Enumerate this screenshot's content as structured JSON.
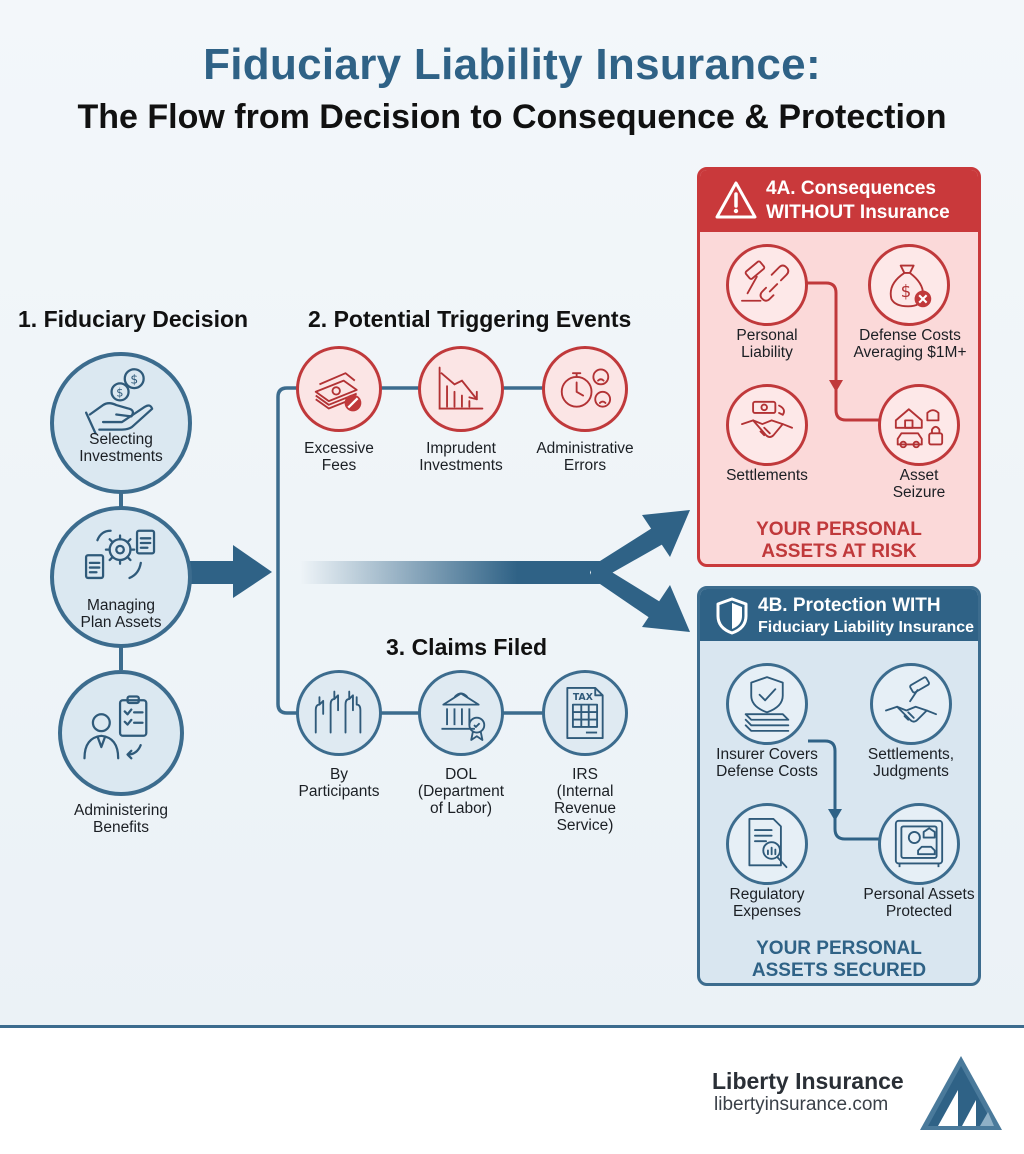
{
  "title": "Fiduciary Liability Insurance:",
  "subtitle": "The Flow from Decision to Consequence & Protection",
  "section1": {
    "heading": "1. Fiduciary Decision",
    "items": [
      {
        "label": "Selecting\nInvestments",
        "icon": "hand-coins-icon"
      },
      {
        "label": "Managing\nPlan Assets",
        "icon": "gear-documents-icon"
      },
      {
        "label": "Administering\nBenefits",
        "icon": "person-clipboard-icon"
      }
    ]
  },
  "section2": {
    "heading": "2. Potential Triggering Events",
    "items": [
      {
        "label": "Excessive\nFees",
        "icon": "money-stack-icon"
      },
      {
        "label": "Imprudent\nInvestments",
        "icon": "declining-chart-icon"
      },
      {
        "label": "Administrative\nErrors",
        "icon": "stopwatch-sad-icon"
      }
    ]
  },
  "section3": {
    "heading": "3. Claims Filed",
    "items": [
      {
        "label": "By\nParticipants",
        "icon": "raised-hands-icon"
      },
      {
        "label": "DOL\n(Department\nof Labor)",
        "icon": "government-building-icon"
      },
      {
        "label": "IRS\n(Internal\nRevenue\nService)",
        "icon": "tax-form-icon"
      }
    ]
  },
  "panel4a": {
    "title_line1": "4A. Consequences",
    "title_line2": "WITHOUT Insurance",
    "items": [
      {
        "label": "Personal\nLiability",
        "icon": "gavel-broken-chain-icon"
      },
      {
        "label": "Defense Costs\nAveraging $1M+",
        "icon": "money-bag-x-icon"
      },
      {
        "label": "Settlements",
        "icon": "handshake-money-icon"
      },
      {
        "label": "Asset\nSeizure",
        "icon": "house-car-lock-icon"
      }
    ],
    "footer": "YOUR PERSONAL\nASSETS AT RISK",
    "accent": "#c9393b"
  },
  "panel4b": {
    "title_line1": "4B. Protection WITH",
    "title_line2": "Fiduciary Liability Insurance",
    "items": [
      {
        "label": "Insurer Covers\nDefense Costs",
        "icon": "shield-check-money-icon"
      },
      {
        "label": "Settlements,\nJudgments",
        "icon": "gavel-handshake-icon"
      },
      {
        "label": "Regulatory\nExpenses",
        "icon": "document-magnifier-icon"
      },
      {
        "label": "Personal Assets\nProtected",
        "icon": "safe-icon"
      }
    ],
    "footer": "YOUR PERSONAL\nASSETS SECURED",
    "accent": "#2f6286"
  },
  "brand": {
    "name": "Liberty Insurance",
    "url": "libertyinsurance.com",
    "logo_icon": "mountain-logo-icon"
  }
}
